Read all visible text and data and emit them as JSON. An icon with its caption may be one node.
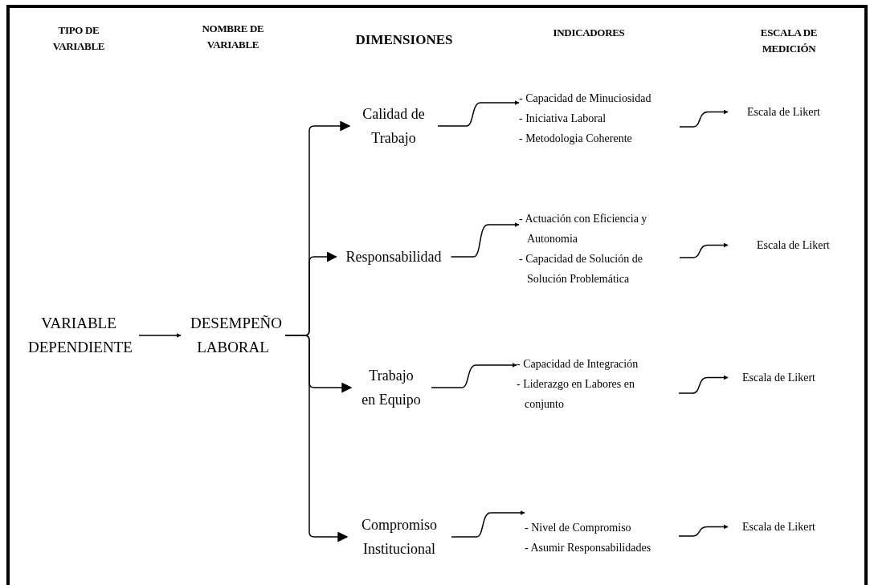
{
  "diagram": {
    "nodes": [
      {
        "text": [
          "VARIABLE DEPENDIENTE"
        ]
      },
      {
        "text": [
          "DESEMPEÑO LABORAL"
        ]
      },
      {
        "text": [
          "Calidad de Trabajo"
        ]
      },
      {
        "text": [
          "Responsabilidad"
        ]
      },
      {
        "text": [
          "Trabajo en Equipo"
        ]
      },
      {
        "text": [
          "Compromiso Institucional"
        ]
      },
      {
        "text": [
          "- Capacidad de Minuciosidad",
          "- Iniciativa Laboral",
          "- Metodologia Coherente"
        ]
      },
      {
        "text": [
          "- Actuación con Eficiencia y Autonomia",
          "- Capacidad de Solución de Solución Problemática"
        ]
      },
      {
        "text": [
          "- Capacidad de Integración",
          "- Liderazgo en Labores en conjunto"
        ]
      },
      {
        "text": [
          "- Nivel de Compromiso",
          "- Asumir Responsabilidades"
        ]
      },
      {
        "text": [
          "Escala de Likert"
        ]
      },
      {
        "text": [
          "Escala de Likert"
        ]
      },
      {
        "text": [
          "Escala de Likert"
        ]
      },
      {
        "text": [
          "Escala de Likert"
        ]
      }
    ],
    "edges": [
      {
        "from": 0,
        "to": 1,
        "arrow": "to"
      },
      {
        "from": 1,
        "to": 2,
        "arrow": "to"
      },
      {
        "from": 1,
        "to": 3,
        "arrow": "to"
      },
      {
        "from": 1,
        "to": 4,
        "arrow": "to"
      },
      {
        "from": 1,
        "to": 5,
        "arrow": "to"
      },
      {
        "from": 2,
        "to": 6,
        "arrow": "to"
      },
      {
        "from": 3,
        "to": 7,
        "arrow": "to"
      },
      {
        "from": 4,
        "to": 8,
        "arrow": "to"
      },
      {
        "from": 5,
        "to": 9,
        "arrow": "to"
      },
      {
        "from": 6,
        "to": 10,
        "arrow": "to"
      },
      {
        "from": 7,
        "to": 11,
        "arrow": "to"
      },
      {
        "from": 8,
        "to": 12,
        "arrow": "to"
      },
      {
        "from": 9,
        "to": 13,
        "arrow": "to"
      }
    ],
    "labels": [
      "TIPO DE VARIABLE",
      "NOMBRE DE VARIABLE",
      "DIMENSIONES",
      "INDICADORES",
      "ESCALA DE MEDICIÓN"
    ]
  }
}
